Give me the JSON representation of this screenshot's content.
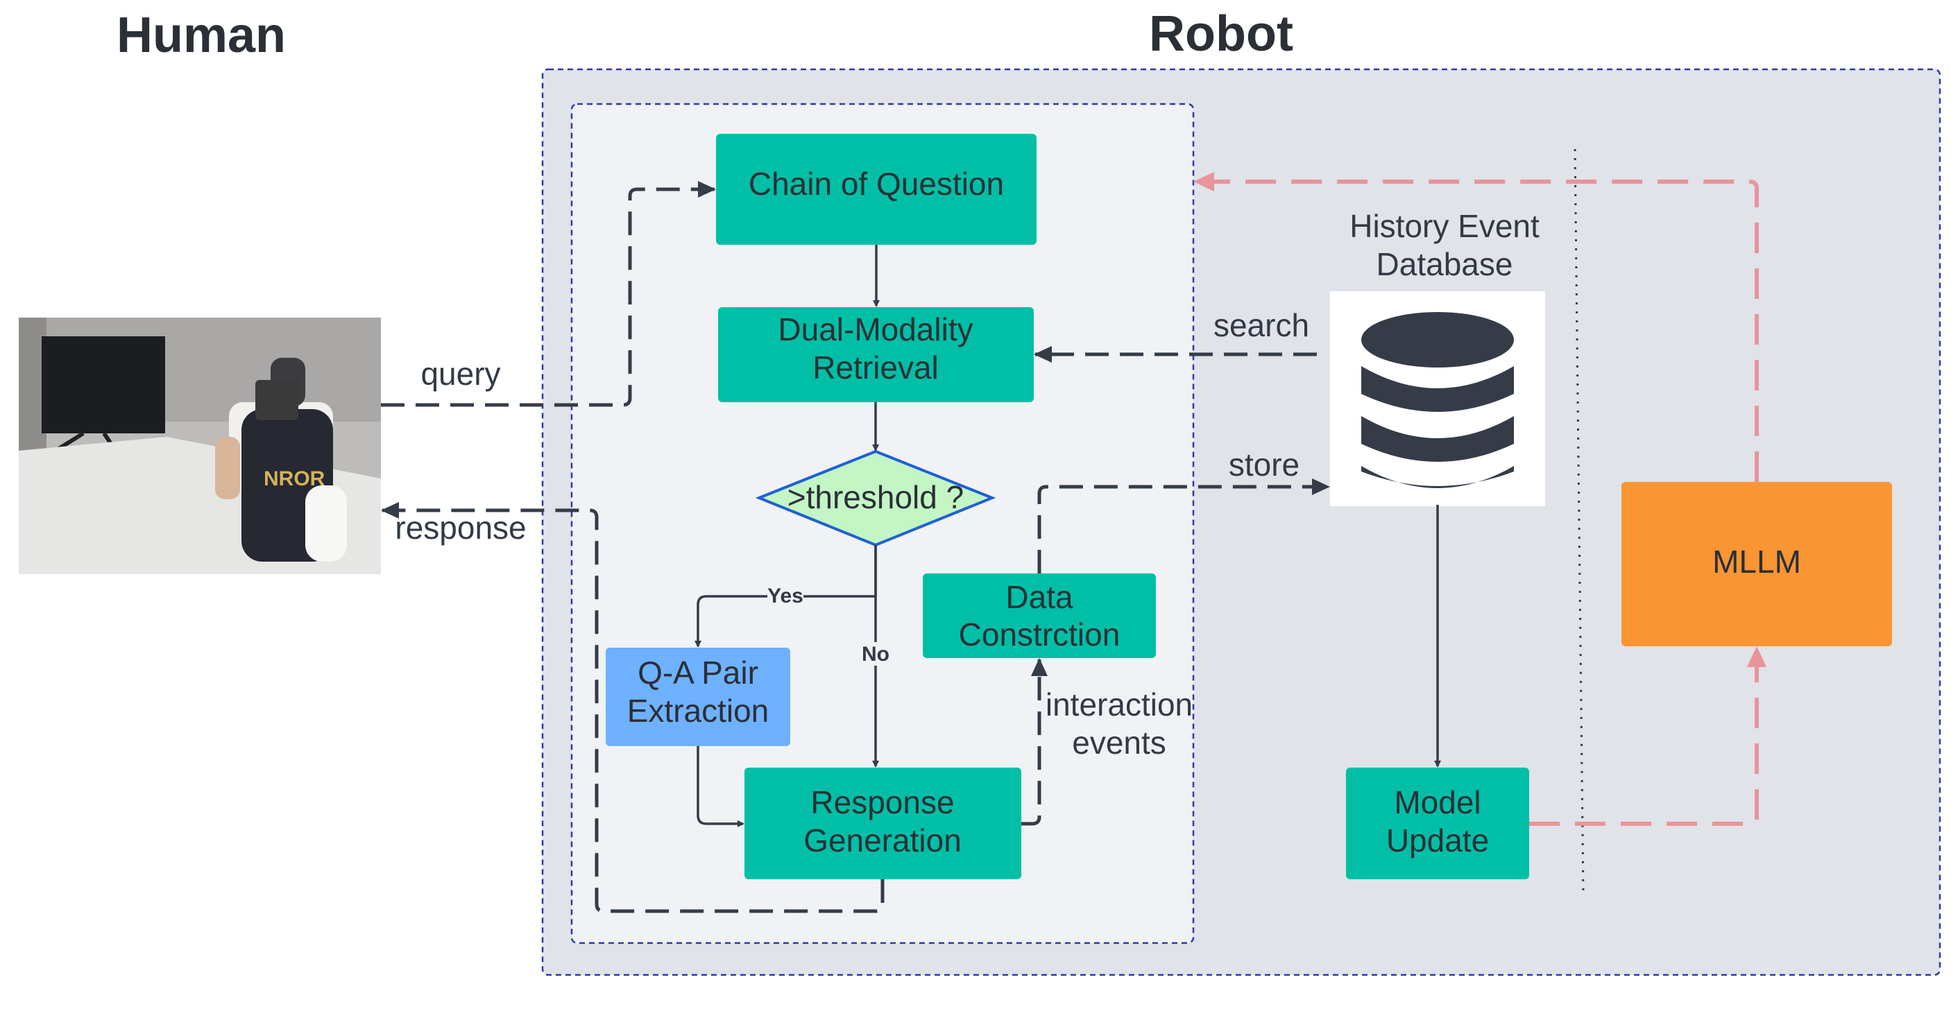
{
  "sections": {
    "human": "Human",
    "robot": "Robot"
  },
  "nodes": {
    "chain_of_question": "Chain of Question",
    "dual_modality": [
      "Dual-Modality",
      "Retrieval"
    ],
    "threshold": ">threshold ?",
    "data_construction": [
      "Data",
      "Constrction"
    ],
    "qa_pair": [
      "Q-A Pair",
      "Extraction"
    ],
    "response_generation": [
      "Response",
      "Generation"
    ],
    "history_db": [
      "History Event",
      "Database"
    ],
    "model_update": [
      "Model",
      "Update"
    ],
    "mllm": "MLLM"
  },
  "edges": {
    "query": "query",
    "response": "response",
    "search": "search",
    "store": "store",
    "interaction_events": [
      "interaction",
      "events"
    ],
    "yes": "Yes",
    "no": "No"
  },
  "colors": {
    "teal": "#00bfa6",
    "blue_box": "#6eb1ff",
    "diamond_fill": "#c3f5c5",
    "diamond_stroke": "#1f5fd6",
    "mllm": "#f99532",
    "robot_bg": "#e0e3e8",
    "inner_bg": "#f0f2f5",
    "pink_arrow": "#e8949a",
    "dark": "#353c48"
  },
  "icons": {
    "database": "database-icon",
    "photo": "photo-human-at-desk"
  }
}
